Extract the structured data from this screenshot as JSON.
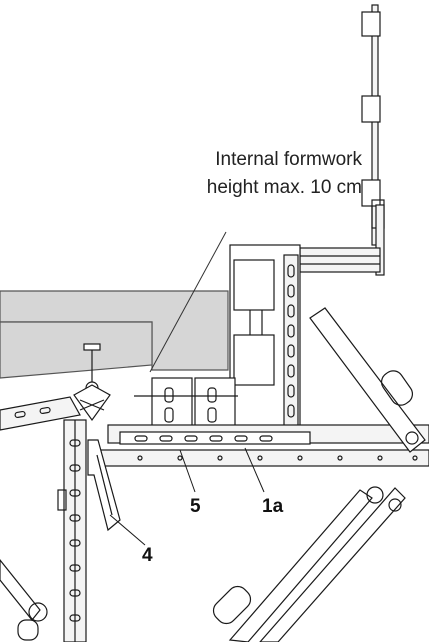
{
  "annotation": {
    "line1": "Internal formwork",
    "line2": "height max. 10 cm"
  },
  "callouts": {
    "c5": "5",
    "c1a": "1a",
    "c4": "4"
  },
  "colors": {
    "background": "#ffffff",
    "slab_fill": "#d6d6d6",
    "line": "#1a1a1a",
    "steel_fill": "#f4f4f4"
  }
}
